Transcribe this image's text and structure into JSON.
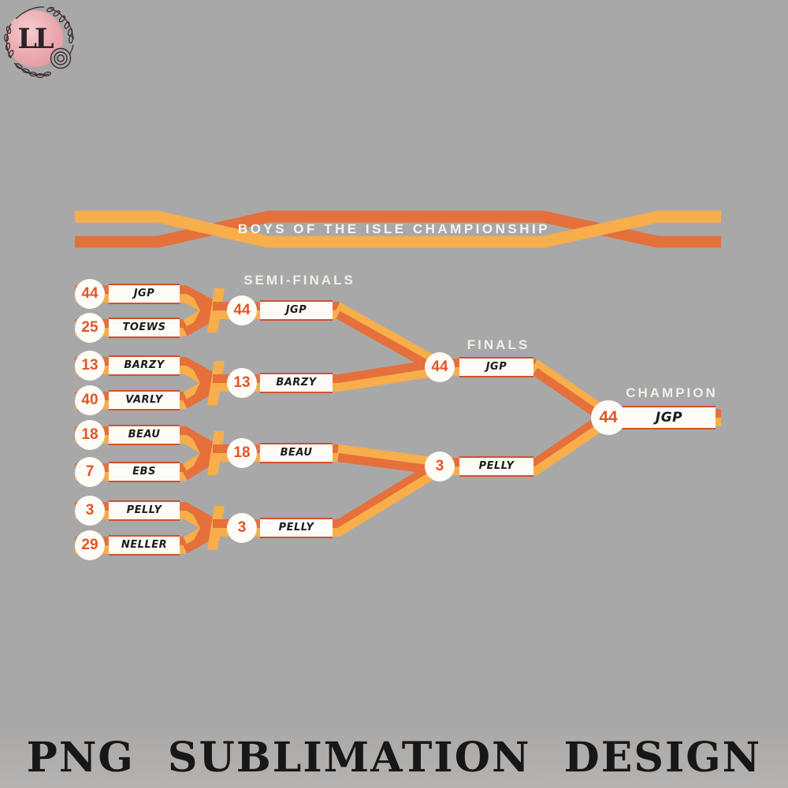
{
  "logo": {
    "monogram": "LL"
  },
  "banner": {
    "title": "BOYS OF THE ISLE CHAMPIONSHIP"
  },
  "bracket": {
    "labels": {
      "semifinals": "SEMI-FINALS",
      "finals": "FINALS",
      "champion": "CHAMPION"
    },
    "round1": [
      {
        "seed": "44",
        "name": "JGP"
      },
      {
        "seed": "25",
        "name": "TOEWS"
      },
      {
        "seed": "13",
        "name": "BARZY"
      },
      {
        "seed": "40",
        "name": "VARLY"
      },
      {
        "seed": "18",
        "name": "BEAU"
      },
      {
        "seed": "7",
        "name": "EBS"
      },
      {
        "seed": "3",
        "name": "PELLY"
      },
      {
        "seed": "29",
        "name": "NELLER"
      }
    ],
    "semifinals": [
      {
        "seed": "44",
        "name": "JGP"
      },
      {
        "seed": "13",
        "name": "BARZY"
      },
      {
        "seed": "18",
        "name": "BEAU"
      },
      {
        "seed": "3",
        "name": "PELLY"
      }
    ],
    "finals": [
      {
        "seed": "44",
        "name": "JGP"
      },
      {
        "seed": "3",
        "name": "PELLY"
      }
    ],
    "champion": {
      "seed": "44",
      "name": "JGP"
    }
  },
  "footer": {
    "text": "PNG SUBLIMATION DESIGN"
  },
  "colors": {
    "orange": "#e5703b",
    "yellow": "#f8ae4a",
    "seed_text": "#e2542a",
    "box_border": "#d4502c",
    "background": "#a8a8a8",
    "logo_pink": "#eda6ab"
  }
}
